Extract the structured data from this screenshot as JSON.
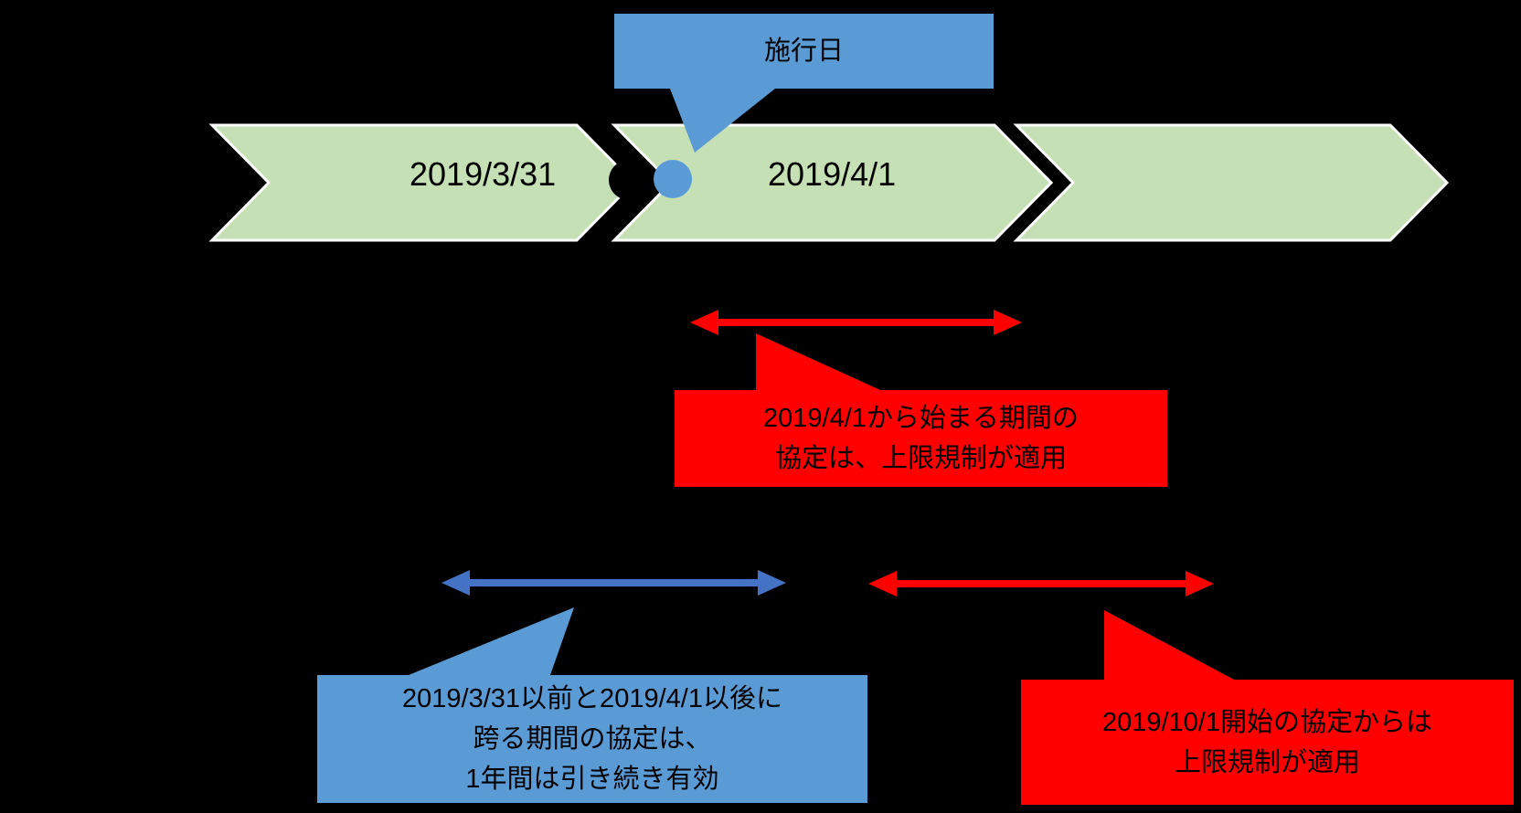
{
  "colors": {
    "bg": "#000000",
    "green": "#c5e0b4",
    "blue": "#5b9bd5",
    "blue_dark": "#4472c4",
    "red": "#ff0000",
    "stroke": "#ffffff",
    "text": "#000000"
  },
  "enforcement_callout": {
    "label": "施行日"
  },
  "timeline": {
    "segments": [
      {
        "label": "2019/3/31"
      },
      {
        "label": "2019/4/1"
      },
      {
        "label": ""
      }
    ]
  },
  "callouts": {
    "new_agreement": {
      "lines": [
        "2019/4/1から始まる期間の",
        "協定は、上限規制が適用"
      ]
    },
    "existing_agreement": {
      "lines": [
        "2019/3/31以前と2019/4/1以後に",
        "跨る期間の協定は、",
        "1年間は引き続き有効"
      ]
    },
    "october_agreement": {
      "lines": [
        "2019/10/1開始の協定からは",
        "上限規制が適用"
      ]
    }
  }
}
